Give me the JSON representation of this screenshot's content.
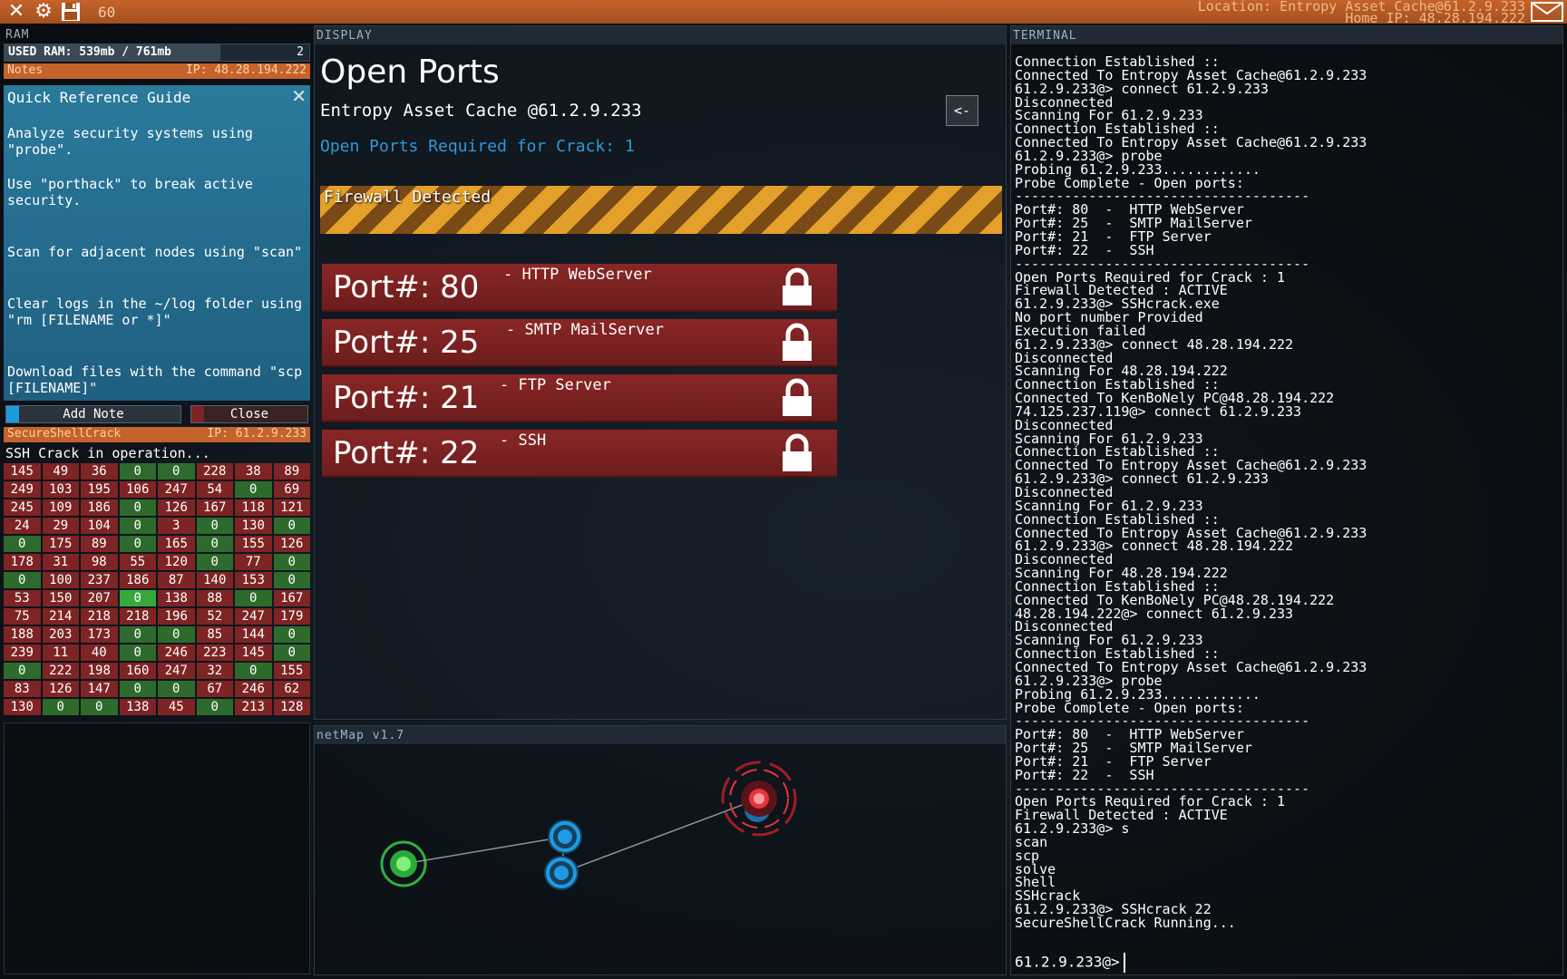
{
  "topbar": {
    "fps": "60",
    "location": "Location: Entropy Asset Cache@61.2.9.233",
    "home_ip": "Home IP: 48.28.194.222",
    "icons": [
      "close-icon",
      "gear-icon",
      "save-icon",
      "mail-icon"
    ]
  },
  "ram": {
    "label": "RAM",
    "used": "USED RAM: 539mb / 761mb",
    "fraction": 0.708,
    "count": "2"
  },
  "notes_exe": {
    "name": "Notes",
    "ip": "IP: 48.28.194.222",
    "title": "Quick Reference Guide",
    "items": [
      "Analyze security systems using \"probe\".",
      "Use \"porthack\" to break active security.",
      "Scan for adjacent nodes using \"scan\"",
      "Clear logs in the ~/log folder using \"rm [FILENAME or *]\"",
      "Download files with the command \"scp [FILENAME]\""
    ],
    "add_note": "Add Note",
    "close": "Close"
  },
  "ssh_exe": {
    "name": "SecureShellCrack",
    "ip": "IP: 61.2.9.233",
    "status": "SSH Crack in operation...",
    "grid": [
      [
        145,
        49,
        36,
        0,
        0,
        228,
        38,
        89
      ],
      [
        249,
        103,
        195,
        106,
        247,
        54,
        0,
        69
      ],
      [
        245,
        109,
        186,
        0,
        126,
        167,
        118,
        121
      ],
      [
        24,
        29,
        104,
        0,
        3,
        0,
        130,
        0
      ],
      [
        0,
        175,
        89,
        0,
        165,
        0,
        155,
        126
      ],
      [
        178,
        31,
        98,
        55,
        120,
        0,
        77,
        0
      ],
      [
        0,
        100,
        237,
        186,
        87,
        140,
        153,
        0
      ],
      [
        53,
        150,
        207,
        0,
        138,
        88,
        0,
        167
      ],
      [
        75,
        214,
        218,
        218,
        196,
        52,
        247,
        179
      ],
      [
        188,
        203,
        173,
        0,
        0,
        85,
        144,
        0
      ],
      [
        239,
        11,
        40,
        0,
        246,
        223,
        145,
        0
      ],
      [
        0,
        222,
        198,
        160,
        247,
        32,
        0,
        155
      ],
      [
        83,
        126,
        147,
        0,
        0,
        67,
        246,
        62
      ],
      [
        130,
        0,
        0,
        138,
        45,
        0,
        213,
        128
      ]
    ]
  },
  "display": {
    "label": "DISPLAY",
    "title": "Open Ports",
    "subtitle": "Entropy Asset Cache @61.2.9.233",
    "required": "Open Ports Required for Crack: 1",
    "back": "<-",
    "firewall": "Firewall Detected",
    "ports": [
      {
        "label": "Port#: 80",
        "service": "- HTTP WebServer"
      },
      {
        "label": "Port#: 25",
        "service": "- SMTP MailServer"
      },
      {
        "label": "Port#: 21",
        "service": "- FTP Server"
      },
      {
        "label": "Port#: 22",
        "service": "- SSH"
      }
    ]
  },
  "netmap": {
    "label": "netMap v1.7",
    "colors": {
      "home": "#3fd64a",
      "node": "#1e9be0",
      "target": "#e8333a"
    }
  },
  "terminal": {
    "label": "TERMINAL",
    "lines": [
      "Connection Established ::",
      "Connected To Entropy Asset Cache@61.2.9.233",
      "61.2.9.233@> connect 61.2.9.233",
      "Disconnected",
      "Scanning For 61.2.9.233",
      "Connection Established ::",
      "Connected To Entropy Asset Cache@61.2.9.233",
      "61.2.9.233@> probe",
      "Probing 61.2.9.233............",
      "Probe Complete - Open ports:",
      "------------------------------------",
      "Port#: 80  -  HTTP WebServer",
      "Port#: 25  -  SMTP MailServer",
      "Port#: 21  -  FTP Server",
      "Port#: 22  -  SSH",
      "------------------------------------",
      "Open Ports Required for Crack : 1",
      "Firewall Detected : ACTIVE",
      "61.2.9.233@> SSHcrack.exe",
      "No port number Provided",
      "Execution failed",
      "61.2.9.233@> connect 48.28.194.222",
      "Disconnected",
      "Scanning For 48.28.194.222",
      "Connection Established ::",
      "Connected To KenBoNely PC@48.28.194.222",
      "74.125.237.119@> connect 61.2.9.233",
      "Disconnected",
      "Scanning For 61.2.9.233",
      "Connection Established ::",
      "Connected To Entropy Asset Cache@61.2.9.233",
      "61.2.9.233@> connect 61.2.9.233",
      "Disconnected",
      "Scanning For 61.2.9.233",
      "Connection Established ::",
      "Connected To Entropy Asset Cache@61.2.9.233",
      "61.2.9.233@> connect 48.28.194.222",
      "Disconnected",
      "Scanning For 48.28.194.222",
      "Connection Established ::",
      "Connected To KenBoNely PC@48.28.194.222",
      "48.28.194.222@> connect 61.2.9.233",
      "Disconnected",
      "Scanning For 61.2.9.233",
      "Connection Established ::",
      "Connected To Entropy Asset Cache@61.2.9.233",
      "61.2.9.233@> probe",
      "Probing 61.2.9.233............",
      "Probe Complete - Open ports:",
      "------------------------------------",
      "Port#: 80  -  HTTP WebServer",
      "Port#: 25  -  SMTP MailServer",
      "Port#: 21  -  FTP Server",
      "Port#: 22  -  SSH",
      "------------------------------------",
      "Open Ports Required for Crack : 1",
      "Firewall Detected : ACTIVE",
      "61.2.9.233@> s",
      "scan",
      "scp",
      "solve",
      "Shell",
      "SSHcrack",
      "61.2.9.233@> SSHcrack 22",
      "SecureShellCrack Running..."
    ],
    "prompt": "61.2.9.233@>"
  }
}
